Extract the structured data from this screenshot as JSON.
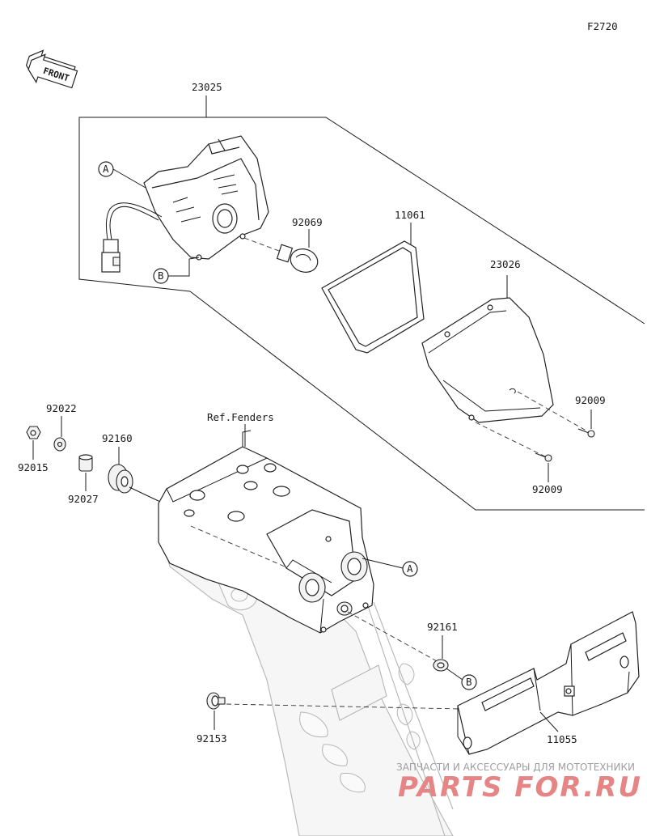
{
  "figure_code": "F2720",
  "front_label": "FRONT",
  "callouts": {
    "c23025": "23025",
    "c92069": "92069",
    "c11061": "11061",
    "c23026": "23026",
    "c92009a": "92009",
    "c92009b": "92009",
    "c92022": "92022",
    "c92015": "92015",
    "c92027": "92027",
    "c92160": "92160",
    "c92161": "92161",
    "c92153": "92153",
    "c11055": "11055",
    "ref_fenders": "Ref.Fenders"
  },
  "markers": {
    "a_top": "A",
    "b_top": "B",
    "a_bottom": "A",
    "b_bottom": "B"
  },
  "watermark": {
    "tagline": "ЗАПЧАСТИ И АКСЕССУАРЫ ДЛЯ МОТОТЕХНИКИ",
    "brand": "PARTS FOR.RU"
  }
}
